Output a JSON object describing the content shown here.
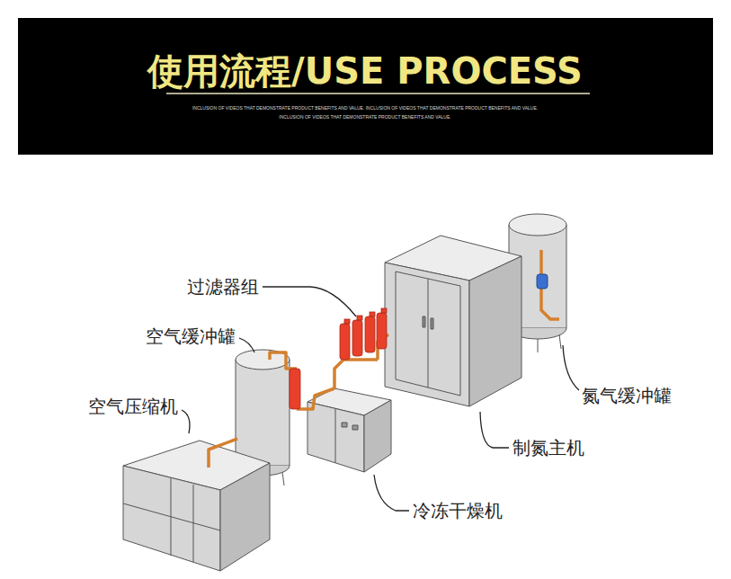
{
  "diagram": {
    "title": "使用流程/USE PROCESS",
    "labels": [
      "INCLUSION OF VIDEOS THAT DEMONSTRATE PRODUCT BENEFITS AND VALUE. INCLUSION OF VIDEOS THAT DEMONSTRATE PRODUCT BENEFITS AND VALUE.",
      "INCLUSION OF VIDEOS THAT DEMONSTRATE PRODUCT BENEFITS AND VALUE.",
      "过滤器组",
      "空气缓冲罐",
      "空气压缩机",
      "氮气缓冲罐",
      "制氮主机",
      "冷冻干燥机"
    ]
  }
}
